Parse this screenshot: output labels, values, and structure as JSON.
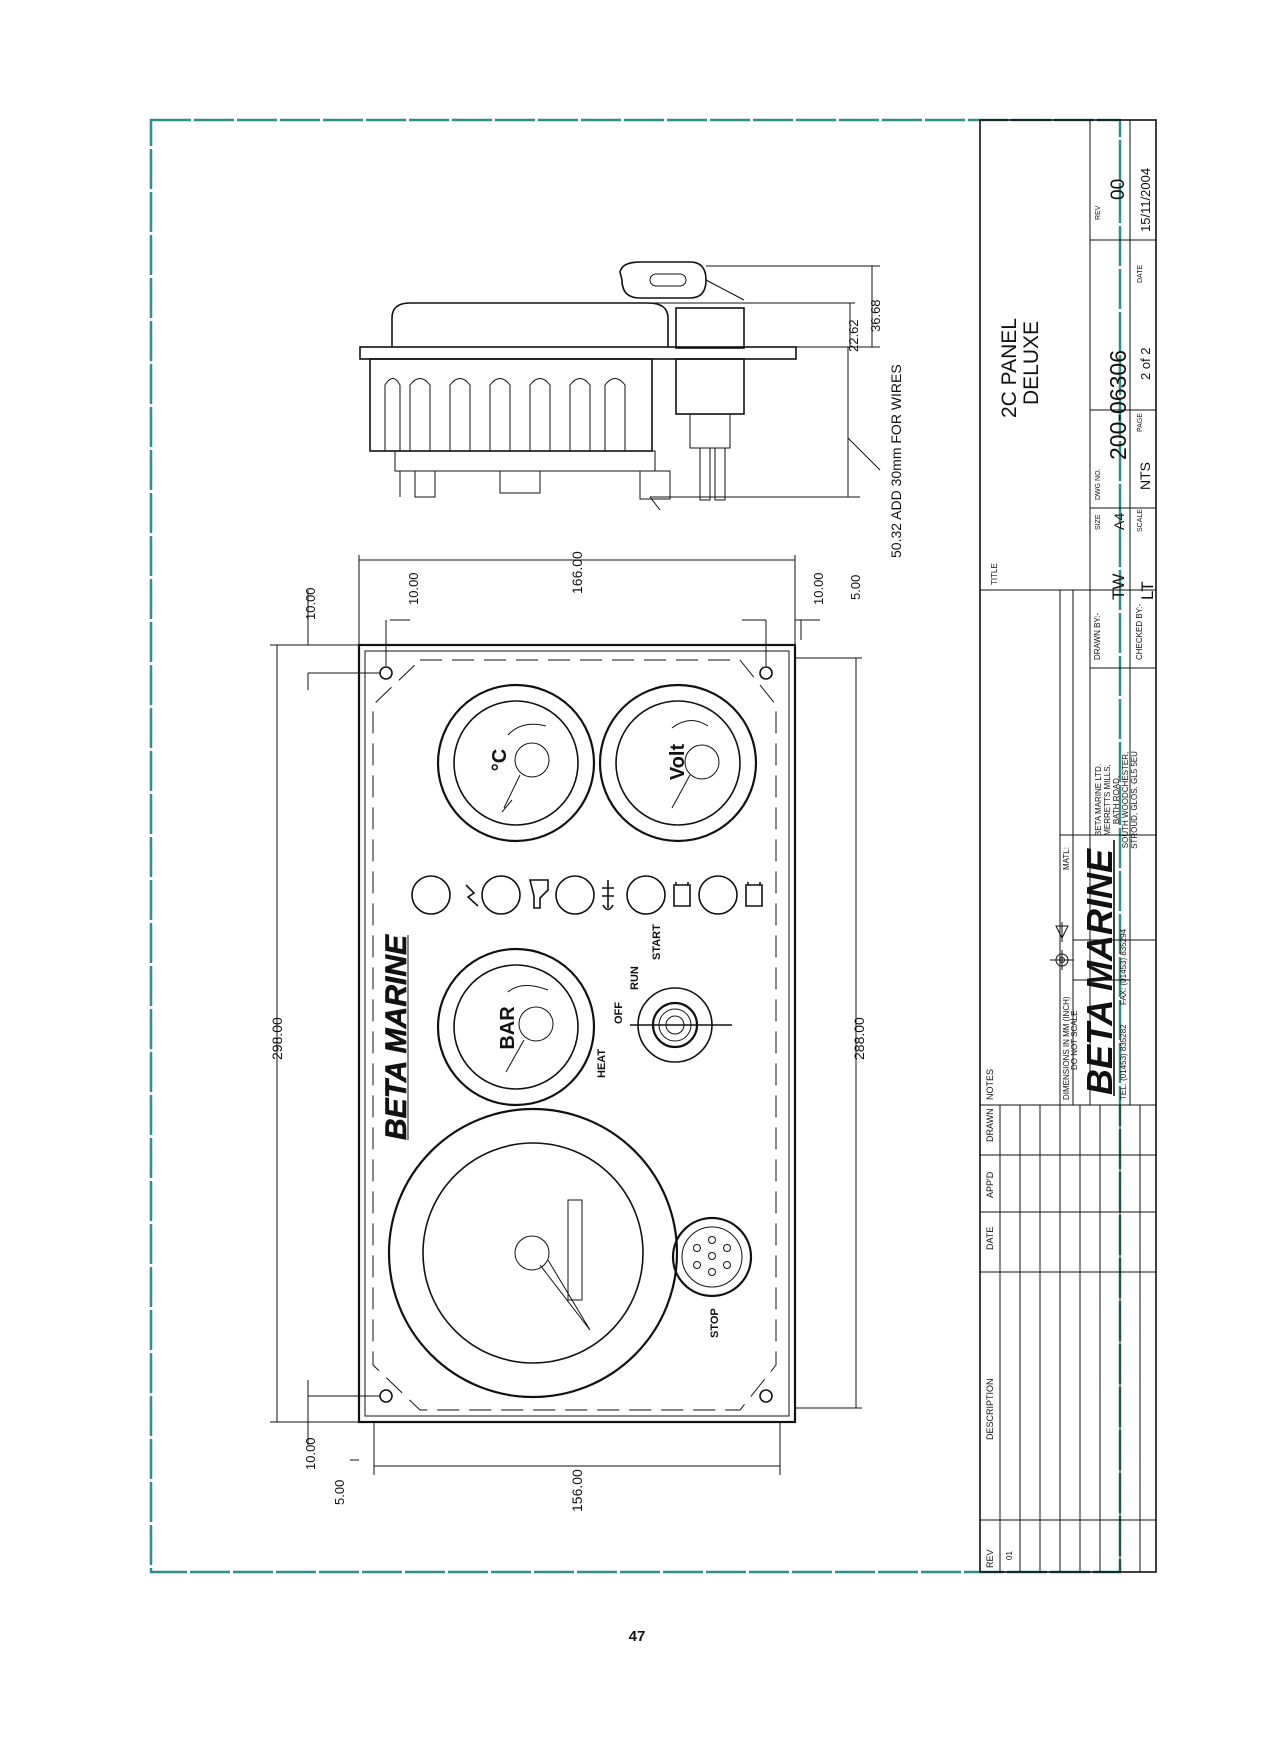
{
  "colors": {
    "frame": "#2f8f8a",
    "ink": "#111111"
  },
  "title_block": {
    "title_label": "TITLE",
    "title_line1": "2C PANEL",
    "title_line2": "DELUXE",
    "size_label": "SIZE",
    "size": "A4",
    "dwg_no_label": "DWG NO.",
    "dwg_no": "200-06306",
    "rev_label": "REV",
    "rev": "00",
    "scale_label": "SCALE",
    "scale": "NTS",
    "page_label": "PAGE",
    "page": "2 of 2",
    "date_label": "DATE",
    "date": "15/11/2004",
    "drawn_by_label": "DRAWN BY:-",
    "drawn_by": "TW",
    "checked_by_label": "CHECKED BY:-",
    "checked_by": "LT",
    "matl_label": "MATL:",
    "units_note_line1": "DIMENSIONS IN MM (INCH)",
    "units_note_line2": "DO NOT SCALE",
    "company_logo": "BETA MARINE",
    "company_address": [
      "BETA MARINE LTD.",
      "MERRETTS MILLS,",
      "BATH ROAD,",
      "SOUTH WOODCHESTER,",
      "STROUD, GLOS. GL5 5EU"
    ],
    "phone": "TEL: (01453) 835282",
    "fax": "FAX: (01453) 835294"
  },
  "revision_table": {
    "headers": [
      "REV",
      "DESCRIPTION",
      "DATE",
      "APP'D",
      "DRAWN",
      "NOTES"
    ],
    "rows": [
      [
        "01",
        "",
        "",
        "",
        "",
        ""
      ]
    ]
  },
  "dimensions": {
    "overall_width": "166.00",
    "hole_pitch_width": "156.00",
    "overall_height": "298.00",
    "hole_pitch_height": "288.00",
    "hole_offset_a": "10.00",
    "hole_offset_b": "10.00",
    "hole_offset_c": "10.00",
    "edge_margin_a": "5.00",
    "hole_offset_d": "10.00",
    "edge_margin_b": "5.00",
    "side_view_depth_a": "22.62",
    "side_view_depth_b": "36.68",
    "side_view_depth_wires": "50.32  ADD 30mm FOR WIRES"
  },
  "panel_labels": {
    "logo": "BETA MARINE",
    "temp_gauge": "°C",
    "volt_gauge": "Volt",
    "pressure_gauge": "BAR",
    "key_heat": "HEAT",
    "key_off": "OFF",
    "key_run": "RUN",
    "key_start": "START",
    "stop_button": "STOP"
  },
  "page_number": "47"
}
